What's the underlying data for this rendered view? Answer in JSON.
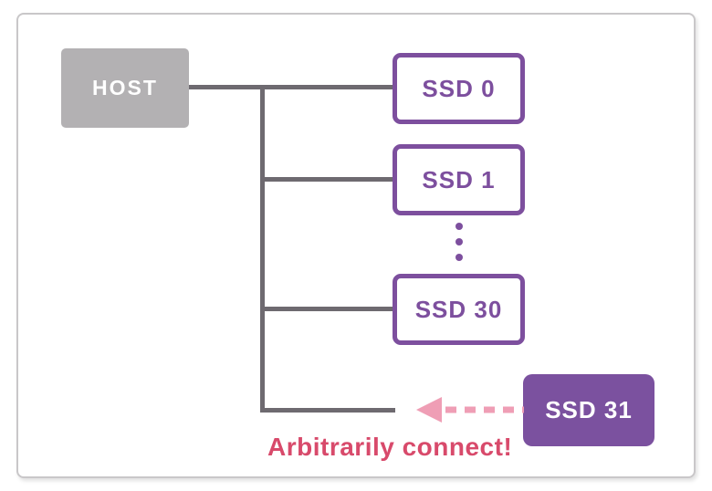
{
  "diagram": {
    "host": {
      "label": "HOST"
    },
    "ssds": [
      {
        "label": "SSD 0",
        "style": "outlined"
      },
      {
        "label": "SSD 1",
        "style": "outlined"
      },
      {
        "label": "SSD 30",
        "style": "outlined"
      },
      {
        "label": "SSD 31",
        "style": "filled"
      }
    ],
    "ellipsis": "vertical-dots-between-SSD-1-and-SSD-30",
    "annotation": {
      "label": "Arbitrarily connect!"
    }
  },
  "colors": {
    "purple": "#7d4f9e",
    "purple_fill": "#7b519f",
    "line_gray": "#6e6a70",
    "host_gray": "#b3b1b3",
    "arrow_pink": "#ef9eb5",
    "note_pink": "#d84a6b",
    "card_border": "#c9c7c9"
  }
}
